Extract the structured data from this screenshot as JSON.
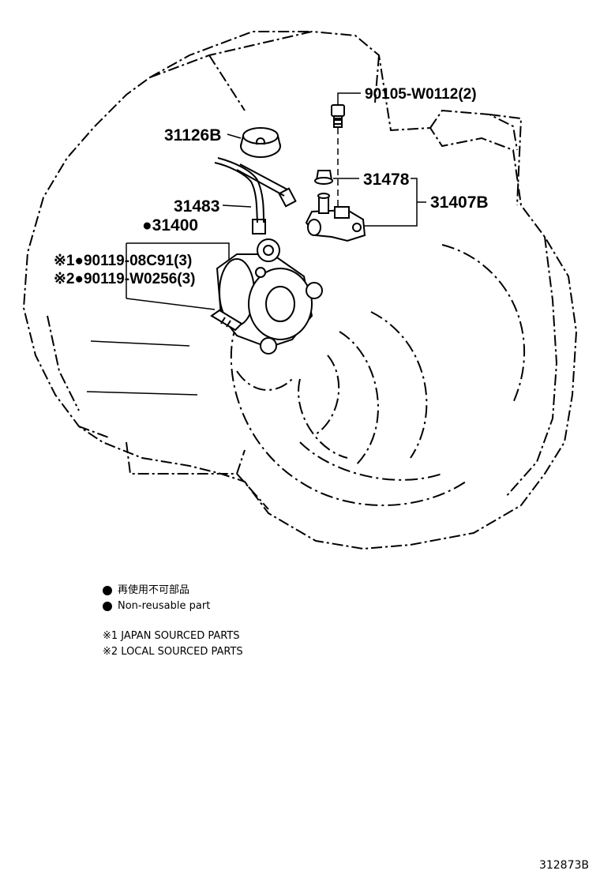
{
  "callouts": {
    "bolt": "90105-W0112(2)",
    "plug": "31126B",
    "bleeder_cap": "31478",
    "tube": "31483",
    "housing_assy": "31407B",
    "cylinder_assy": "●31400",
    "bolt_japan": "※1●90119-08C91(3)",
    "bolt_local": "※2●90119-W0256(3)"
  },
  "legend": {
    "non_reusable_jp": "再使用不可部品",
    "non_reusable_en": "Non-reusable part",
    "note_japan": "※1 JAPAN SOURCED PARTS",
    "note_local": "※2 LOCAL SOURCED PARTS"
  },
  "figure_number": "312873B"
}
